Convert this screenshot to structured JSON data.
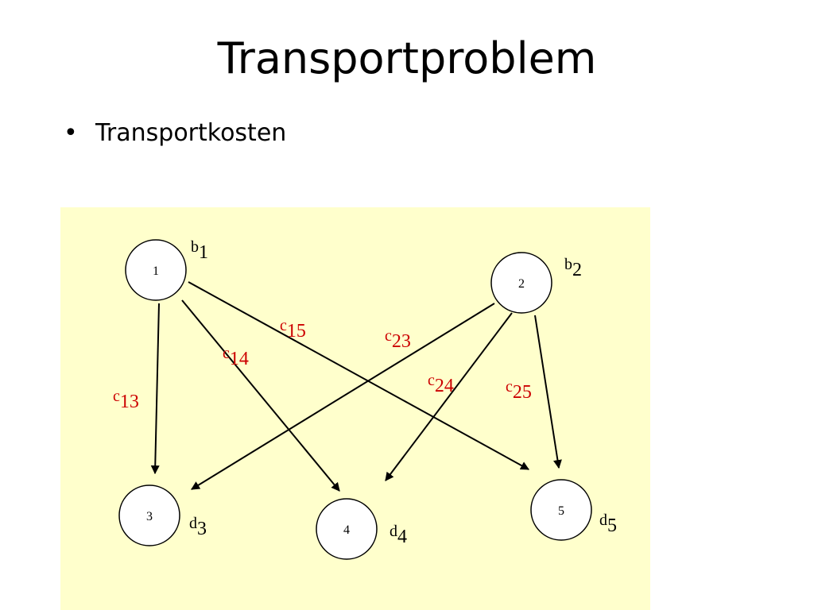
{
  "slide": {
    "title": "Transportproblem",
    "bullet_char": "•",
    "bullet_text": "Transportkosten"
  },
  "colors": {
    "panel_background": "#ffffcc",
    "edge_label": "#cc0000",
    "node_fill": "#ffffff",
    "stroke": "#000000"
  },
  "diagram": {
    "nodes": [
      {
        "id": "1",
        "label": "1",
        "var_main": "b",
        "var_sub": "1"
      },
      {
        "id": "2",
        "label": "2",
        "var_main": "b",
        "var_sub": "2"
      },
      {
        "id": "3",
        "label": "3",
        "var_main": "d",
        "var_sub": "3"
      },
      {
        "id": "4",
        "label": "4",
        "var_main": "d",
        "var_sub": "4"
      },
      {
        "id": "5",
        "label": "5",
        "var_main": "d",
        "var_sub": "5"
      }
    ],
    "edges": [
      {
        "from": "1",
        "to": "3",
        "label_main": "c",
        "label_sub": "13"
      },
      {
        "from": "1",
        "to": "4",
        "label_main": "c",
        "label_sub": "14"
      },
      {
        "from": "1",
        "to": "5",
        "label_main": "c",
        "label_sub": "15"
      },
      {
        "from": "2",
        "to": "3",
        "label_main": "c",
        "label_sub": "23"
      },
      {
        "from": "2",
        "to": "4",
        "label_main": "c",
        "label_sub": "24"
      },
      {
        "from": "2",
        "to": "5",
        "label_main": "c",
        "label_sub": "25"
      }
    ]
  }
}
